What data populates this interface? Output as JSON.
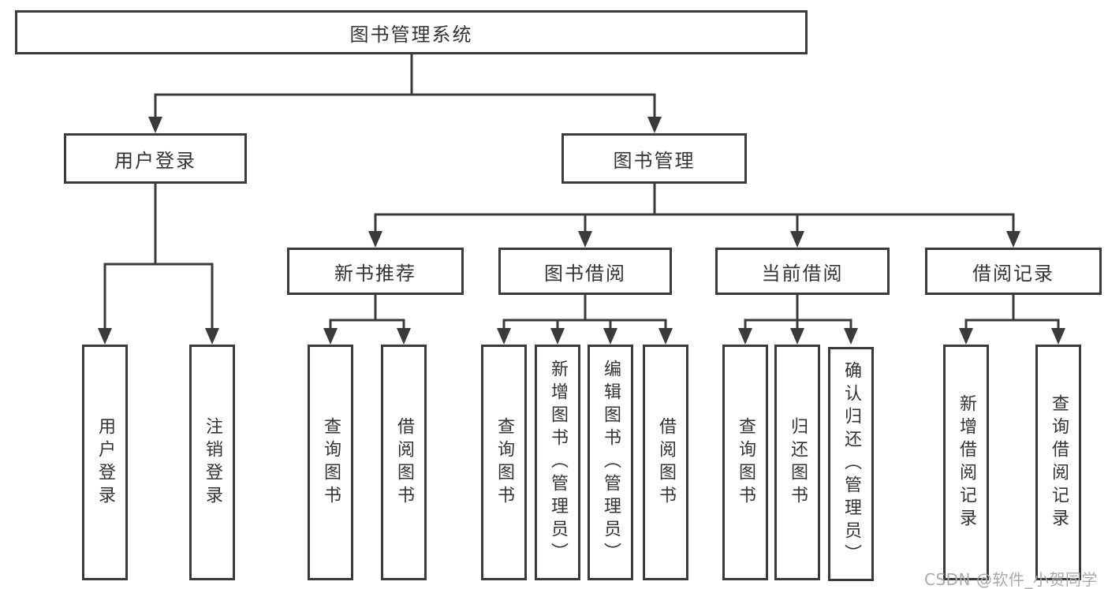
{
  "colors": {
    "line": "#3a3a3a",
    "box_border": "#3a3a3a",
    "text": "#333333",
    "watermark": "#a9a9a9",
    "background": "#ffffff"
  },
  "nodes": {
    "root": {
      "label": "图书管理系统"
    },
    "user_login": {
      "label": "用户登录"
    },
    "book_mgmt": {
      "label": "图书管理"
    },
    "new_book_rec": {
      "label": "新书推荐"
    },
    "book_borrow": {
      "label": "图书借阅"
    },
    "current_borrow": {
      "label": "当前借阅"
    },
    "borrow_records": {
      "label": "借阅记录"
    },
    "leaf_user_login": {
      "label": "用户登录"
    },
    "leaf_logout_login": {
      "label": "注销登录"
    },
    "leaf_query_book_rec": {
      "label": "查询图书"
    },
    "leaf_borrow_book_rec": {
      "label": "借阅图书"
    },
    "leaf_query_book_borrow": {
      "label": "查询图书"
    },
    "leaf_add_book_admin": {
      "label": "新增图书（管理员）"
    },
    "leaf_edit_book_admin": {
      "label": "编辑图书（管理员）"
    },
    "leaf_borrow_book_borrow": {
      "label": "借阅图书"
    },
    "leaf_query_book_current": {
      "label": "查询图书"
    },
    "leaf_return_book": {
      "label": "归还图书"
    },
    "leaf_confirm_return_admin": {
      "label": "确认归还（管理员）"
    },
    "leaf_add_borrow_record": {
      "label": "新增借阅记录"
    },
    "leaf_query_borrow_record": {
      "label": "查询借阅记录"
    }
  },
  "watermark": {
    "text": "CSDN @软件_小贺同学"
  }
}
